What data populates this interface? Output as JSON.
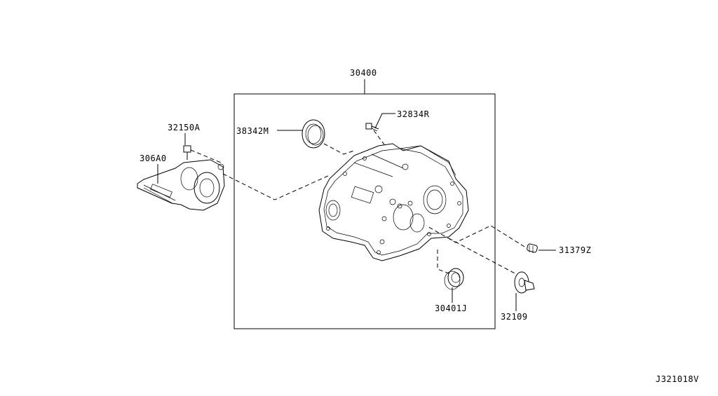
{
  "callouts": {
    "housing_assembly": "30400",
    "breather_plug": "32834R",
    "oil_seal_left": "38342M",
    "bolt": "32150A",
    "release_bearing": "306A0",
    "plug": "31379Z",
    "oil_seal_right": "30401J",
    "shaft": "32109"
  },
  "diagram_id": "J321018V"
}
